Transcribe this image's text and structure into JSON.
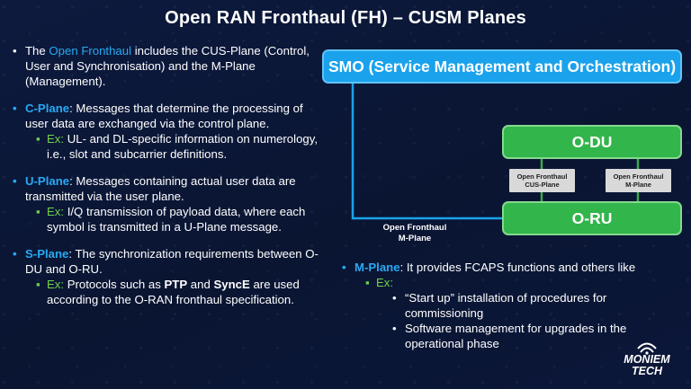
{
  "title": "Open RAN Fronthaul (FH) – CUSM Planes",
  "intro": {
    "pre": "The ",
    "highlight": "Open Fronthaul",
    "post": " includes the CUS-Plane (Control, User and Synchronisation) and the M-Plane (Management)."
  },
  "c_plane": {
    "label": "C-Plane",
    "text": ": Messages that determine the processing of user data are exchanged via the control plane.",
    "ex_label": "Ex:",
    "ex_text": " UL- and DL-specific information on numerology, i.e., slot and subcarrier definitions."
  },
  "u_plane": {
    "label": "U-Plane",
    "text": ": Messages containing actual user data are transmitted via the user plane.",
    "ex_label": "Ex:",
    "ex_text": " I/Q transmission of payload data, where each symbol is transmitted in a U-Plane message."
  },
  "s_plane": {
    "label": "S-Plane",
    "text": ": The synchronization requirements between O-DU and O-RU.",
    "ex_label": "Ex:",
    "ex_text_1": " Protocols such as ",
    "ex_bold_1": "PTP",
    "ex_text_2": " and ",
    "ex_bold_2": "SyncE",
    "ex_text_3": " are used according to the O-RAN fronthaul specification."
  },
  "diagram": {
    "smo": "SMO (Service Management and Orchestration)",
    "odu": "O-DU",
    "oru": "O-RU",
    "fh_cus": [
      "Open Fronthaul",
      "CUS-Plane"
    ],
    "fh_m": [
      "Open Fronthaul",
      "M-Plane"
    ],
    "mline": [
      "Open Fronthaul",
      "M-Plane"
    ]
  },
  "m_plane": {
    "label": "M-Plane",
    "text": ": It provides FCAPS functions and others like",
    "ex_label": "Ex:",
    "items": [
      "“Start up” installation of procedures for commissioning",
      "Software management for upgrades in the operational phase"
    ]
  },
  "logo": {
    "line1": "MONIEM",
    "line2": "TECH"
  },
  "colors": {
    "background": "#0b1636",
    "accent_blue": "#28a9f3",
    "smo_box": "#1aa2ec",
    "green_box": "#32b54a",
    "green_text": "#6fd34a",
    "label_gray": "#d9d9d9"
  }
}
